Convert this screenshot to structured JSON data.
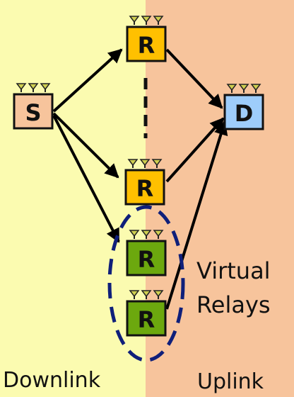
{
  "colors": {
    "downlink_bg": "#fbfbb0",
    "uplink_bg": "#f7c49c",
    "source": "#f7c49c",
    "relay": "#ffc000",
    "virtual_relay": "#6ca80e",
    "destination": "#9ecdfb",
    "ellipse": "#0f1f7a",
    "arrow": "#000000"
  },
  "zones": {
    "downlink": "Downlink",
    "uplink": "Uplink"
  },
  "nodes": {
    "source": {
      "letter": "S"
    },
    "relay_top": {
      "letter": "R"
    },
    "relay_mid": {
      "letter": "R"
    },
    "virtual_relay_1": {
      "letter": "R"
    },
    "virtual_relay_2": {
      "letter": "R"
    },
    "destination": {
      "letter": "D"
    }
  },
  "virtual_relays": {
    "line1": "Virtual",
    "line2": "Relays"
  }
}
